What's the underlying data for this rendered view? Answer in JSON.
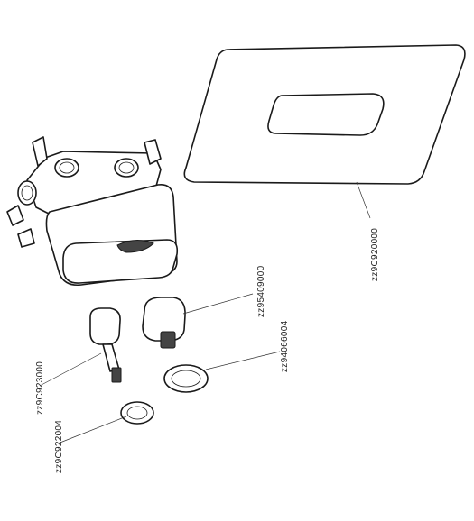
{
  "parts": [
    {
      "id": "cover_plate",
      "code": "zz9C920000"
    },
    {
      "id": "cartridge_cap",
      "code": "zz95409000"
    },
    {
      "id": "ring_large",
      "code": "zz94066004"
    },
    {
      "id": "spindle",
      "code": "zz9C923000"
    },
    {
      "id": "ring_small",
      "code": "zz9C922004"
    }
  ]
}
